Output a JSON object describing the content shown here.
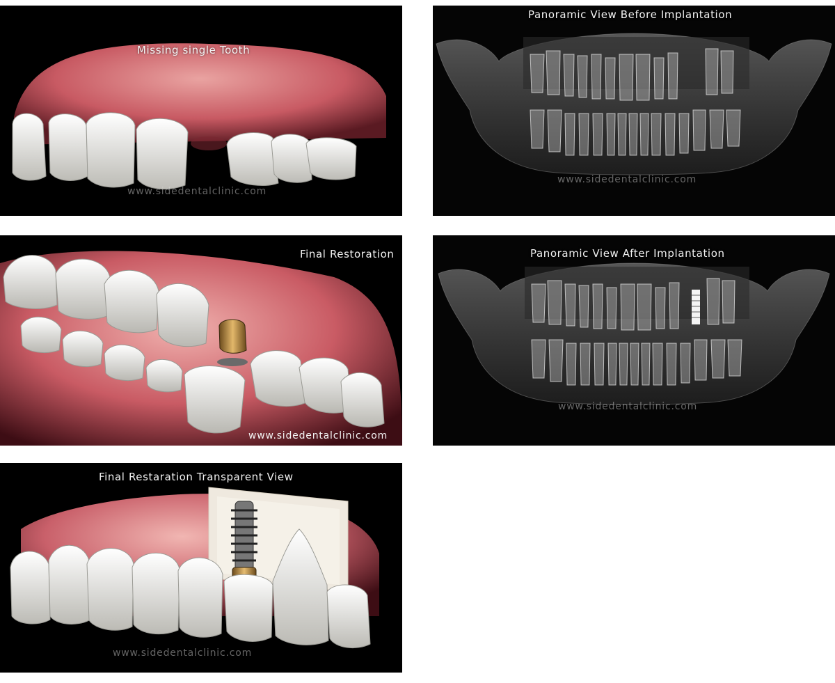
{
  "panels": {
    "missing_tooth": {
      "caption": "Missing single Tooth",
      "watermark": "www.sidedentalclinic.com"
    },
    "panoramic_before": {
      "caption": "Panoramic View Before Implantation",
      "watermark": "www.sidedentalclinic.com"
    },
    "final_restoration": {
      "caption": "Final Restoration",
      "watermark": "www.sidedentalclinic.com"
    },
    "panoramic_after": {
      "caption": "Panoramic View After Implantation",
      "watermark": "www.sidedentalclinic.com"
    },
    "transparent_view": {
      "caption": "Final Restaration Transparent View",
      "watermark": "www.sidedentalclinic.com"
    }
  },
  "colors": {
    "background": "#000000",
    "gum": "#c9646a",
    "tooth": "#ecebe6",
    "xray": "#d8d8d8",
    "implant_gold": "#b8893f"
  }
}
